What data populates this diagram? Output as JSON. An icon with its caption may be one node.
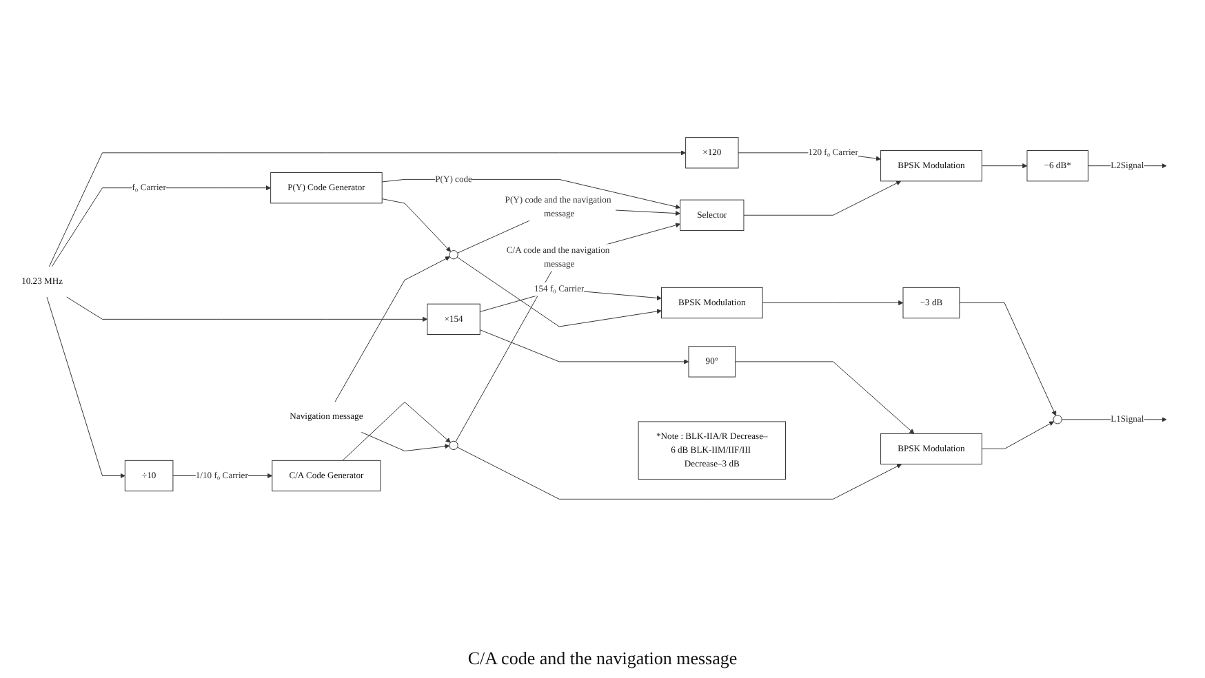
{
  "diagram": {
    "nodes": [
      {
        "text": [
          "10.23 MHz"
        ]
      },
      {
        "text": [
          "×120"
        ]
      },
      {
        "text": [
          "×154"
        ]
      },
      {
        "text": [
          "90°"
        ]
      },
      {
        "text": [
          "Selector"
        ]
      },
      {
        "text": [
          "BPSK Modulation"
        ]
      },
      {
        "text": [
          "−6 dB*"
        ]
      },
      {
        "text": [
          "BPSK Modulation"
        ]
      },
      {
        "text": [
          "−3 dB"
        ]
      },
      {
        "text": [
          "BPSK Modulation"
        ]
      },
      {
        "text": [
          "P(Y) Code Generator"
        ]
      },
      {
        "text": [
          "÷10"
        ]
      },
      {
        "text": [
          "C/A Code Generator"
        ]
      },
      {
        "text": [],
        "shape": "circle"
      },
      {
        "text": [],
        "shape": "circle"
      },
      {
        "text": [],
        "shape": "circle"
      },
      {
        "text": [
          "Navigation message"
        ]
      },
      {
        "text": [
          "*Note : BLK-IIA/R Decrease–6 dB BLK-IIM/IIF/III Decrease–3 dB"
        ]
      }
    ],
    "edges": [
      {
        "from": 0,
        "to": 1,
        "arrow": "to"
      },
      {
        "from": 0,
        "to": 2,
        "arrow": "to"
      },
      {
        "from": 0,
        "to": 10,
        "arrow": "to",
        "label": "f₀ Carrier"
      },
      {
        "from": 0,
        "to": 11,
        "arrow": "to"
      },
      {
        "from": 1,
        "to": 5,
        "arrow": "to",
        "label": "120 f₀ Carrier"
      },
      {
        "from": 2,
        "to": 7,
        "arrow": "to",
        "label": "154 f₀ Carrier"
      },
      {
        "from": 2,
        "to": 3,
        "arrow": "to"
      },
      {
        "from": 3,
        "to": 9,
        "arrow": "to"
      },
      {
        "from": 4,
        "to": 5,
        "arrow": "to"
      },
      {
        "from": 10,
        "to": 4,
        "arrow": "to",
        "label": "P(Y) code"
      },
      {
        "from": 10,
        "to": 13,
        "arrow": "to"
      },
      {
        "from": 13,
        "to": 4,
        "arrow": "to",
        "label": "P(Y) code and the navigation message"
      },
      {
        "from": 13,
        "to": 7,
        "arrow": "to"
      },
      {
        "from": 11,
        "to": 12,
        "arrow": "to",
        "label": "1/10 f₀ Carrier"
      },
      {
        "from": 12,
        "to": 14,
        "arrow": "to"
      },
      {
        "from": 16,
        "to": 14,
        "arrow": "to"
      },
      {
        "from": 16,
        "to": 13,
        "arrow": "to"
      },
      {
        "from": 14,
        "to": 4,
        "arrow": "to",
        "label": "C/A code and the navigation message"
      },
      {
        "from": 14,
        "to": 9,
        "arrow": "to"
      },
      {
        "from": 5,
        "to": 6,
        "arrow": "to"
      },
      {
        "from": 6,
        "to": null,
        "arrow": "to",
        "label": "L2Signal"
      },
      {
        "from": 7,
        "to": 8,
        "arrow": "to"
      },
      {
        "from": 8,
        "to": 15,
        "arrow": "to"
      },
      {
        "from": 9,
        "to": 15,
        "arrow": "to"
      },
      {
        "from": 15,
        "to": null,
        "arrow": "to",
        "label": "L1Signal"
      }
    ],
    "labels": [
      "C/A code and the navigation message"
    ]
  }
}
